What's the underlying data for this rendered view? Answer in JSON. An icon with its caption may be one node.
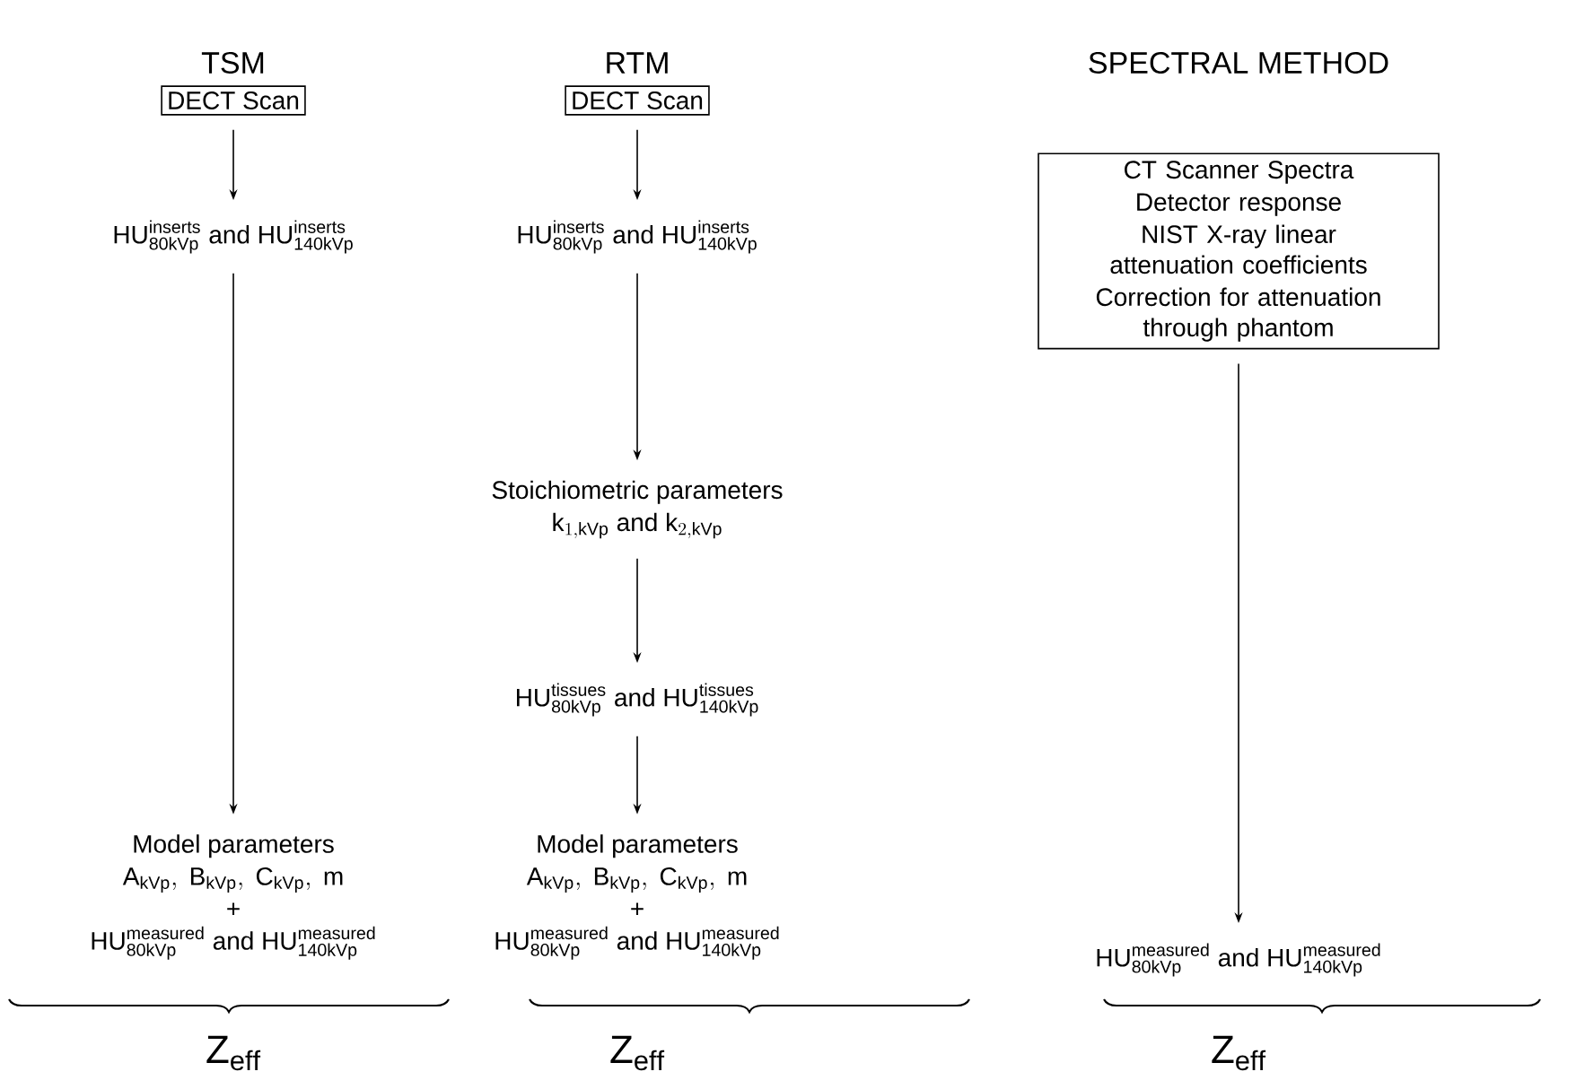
{
  "diagram": {
    "nodes": [
      {
        "text": [
          "DECT Scan"
        ]
      },
      {
        "text": [
          "\\mathrm{HU}^{\\mathrm{inserts}}_{\\mathrm{80kVp}}\\ \\mathrm{and}\\ \\mathrm{HU}^{\\mathrm{inserts}}_{\\mathrm{140kVp}}"
        ]
      },
      {
        "text": [
          "Model parameters",
          "\\mathrm{A}_{\\mathrm{kVp}},\\ \\mathrm{B}_{\\mathrm{kVp}},\\ \\mathrm{C}_{\\mathrm{kVp}},\\ \\mathrm{m}",
          "+",
          "\\mathrm{HU}^{\\mathrm{measured}}_{\\mathrm{80kVp}}\\ \\mathrm{and}\\ \\mathrm{HU}^{\\mathrm{measured}}_{\\mathrm{140kVp}}"
        ]
      },
      {
        "text": [
          "DECT Scan"
        ]
      },
      {
        "text": [
          "\\mathrm{HU}^{\\mathrm{inserts}}_{\\mathrm{80kVp}}\\ \\mathrm{and}\\ \\mathrm{HU}^{\\mathrm{inserts}}_{\\mathrm{140kVp}}"
        ]
      },
      {
        "text": [
          "Stoichiometric parameters",
          "\\mathrm{k}_{1,\\mathrm{kVp}}\\ \\mathrm{and}\\ \\mathrm{k}_{2,\\mathrm{kVp}}"
        ]
      },
      {
        "text": [
          "\\mathrm{HU}^{\\mathrm{tissues}}_{\\mathrm{80kVp}}\\ \\mathrm{and}\\ \\mathrm{HU}^{\\mathrm{tissues}}_{\\mathrm{140kVp}}"
        ]
      },
      {
        "text": [
          "Model parameters",
          "\\mathrm{A}_{\\mathrm{kVp}},\\ \\mathrm{B}_{\\mathrm{kVp}},\\ \\mathrm{C}_{\\mathrm{kVp}},\\ \\mathrm{m}",
          "+",
          "\\mathrm{HU}^{\\mathrm{measured}}_{\\mathrm{80kVp}}\\ \\mathrm{and}\\ \\mathrm{HU}^{\\mathrm{measured}}_{\\mathrm{140kVp}}"
        ]
      },
      {
        "text": [
          "CT Scanner Spectra",
          "Detector response",
          "NIST X-ray linear attenuation coefficients",
          "Correction for attenuation through phantom"
        ]
      },
      {
        "text": [
          "\\mathrm{HU}^{\\mathrm{measured}}_{\\mathrm{80kVp}}\\ \\mathrm{and}\\ \\mathrm{HU}^{\\mathrm{measured}}_{\\mathrm{140kVp}}"
        ]
      }
    ],
    "edges": [
      {
        "from": 0,
        "to": 1,
        "arrow": "to"
      },
      {
        "from": 1,
        "to": 2,
        "arrow": "to"
      },
      {
        "from": 3,
        "to": 4,
        "arrow": "to"
      },
      {
        "from": 4,
        "to": 5,
        "arrow": "to"
      },
      {
        "from": 5,
        "to": 6,
        "arrow": "to"
      },
      {
        "from": 6,
        "to": 7,
        "arrow": "to"
      },
      {
        "from": 8,
        "to": 9,
        "arrow": "to"
      }
    ],
    "labels": [
      "TSM",
      "RTM",
      "SPECTRAL METHOD",
      "\\mathrm{Z}_{\\mathrm{eff}}",
      "\\mathrm{Z}_{\\mathrm{eff}}",
      "\\mathrm{Z}_{\\mathrm{eff}}"
    ]
  }
}
